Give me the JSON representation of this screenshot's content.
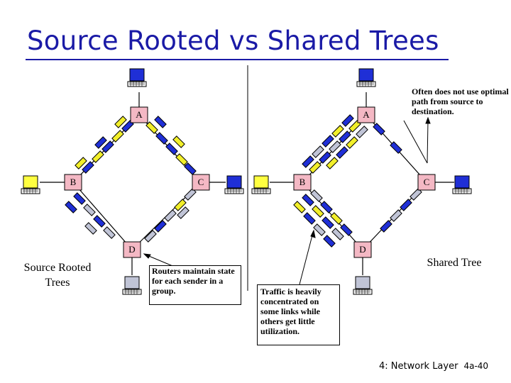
{
  "title": "Source Rooted vs Shared Trees",
  "routers": {
    "a": "A",
    "b": "B",
    "c": "C",
    "d": "D"
  },
  "captions": {
    "left": "Source Rooted Trees",
    "right": "Shared Tree"
  },
  "notes": {
    "routers_state": "Routers maintain state for each sender in a group.",
    "traffic": "Traffic is heavily concentrated on some links while others get little utilization.",
    "often": "Often does not use optimal path from source to destination."
  },
  "footer": {
    "chapter": "4: Network Layer",
    "page": "4a-40"
  },
  "colors": {
    "title": "#1a1aa6",
    "router": "#f4b8c4",
    "blue_packet": "#1f2fd6",
    "yellow_packet": "#f2ef2a",
    "gray_packet": "#c0c4d6",
    "yellow_host": "#ffff40"
  }
}
